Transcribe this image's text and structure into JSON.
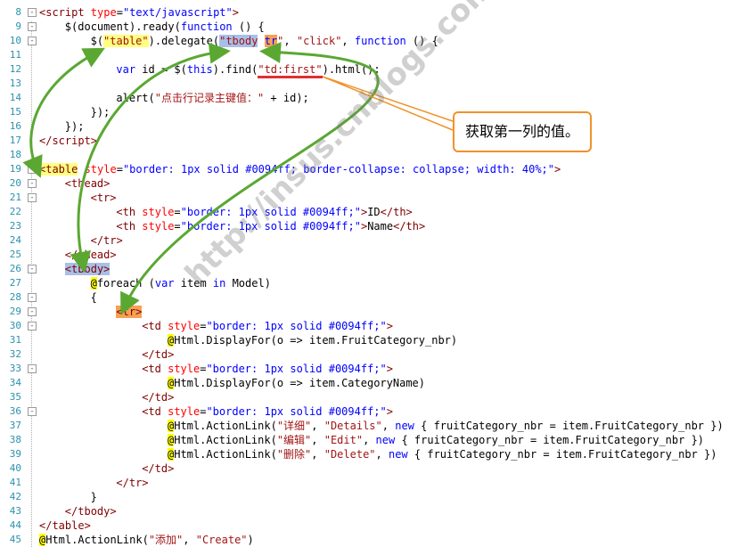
{
  "editor": {
    "lines": [
      {
        "n": "8",
        "fold": "-",
        "indent": 0,
        "segs": [
          [
            "tg",
            "<script "
          ],
          [
            "at",
            "type"
          ],
          [
            "",
            "="
          ],
          [
            "kw",
            "\"text/javascript\""
          ],
          [
            "tg",
            ">"
          ]
        ]
      },
      {
        "n": "9",
        "fold": "-",
        "indent": 4,
        "segs": [
          [
            "",
            "$(document).ready("
          ],
          [
            "kw",
            "function"
          ],
          [
            "",
            " () {"
          ]
        ]
      },
      {
        "n": "10",
        "fold": "-",
        "indent": 8,
        "segs": [
          [
            "",
            "$("
          ],
          [
            "hlY",
            "\"table\""
          ],
          [
            "",
            ").delegate("
          ],
          [
            "hlB",
            "\"tbody"
          ],
          [
            "",
            " "
          ],
          [
            "hlO",
            "tr"
          ],
          [
            "st",
            "\""
          ],
          [
            "",
            ", "
          ],
          [
            "st",
            "\"click\""
          ],
          [
            "",
            ", "
          ],
          [
            "kw",
            "function"
          ],
          [
            "",
            " () {"
          ]
        ]
      },
      {
        "n": "11",
        "fold": "",
        "indent": 0,
        "segs": []
      },
      {
        "n": "12",
        "fold": "",
        "indent": 12,
        "segs": [
          [
            "kw",
            "var"
          ],
          [
            "",
            " id = $("
          ],
          [
            "kw",
            "this"
          ],
          [
            "",
            ").find("
          ],
          [
            "hlU",
            "\"td:first\""
          ],
          [
            "",
            ").html();"
          ]
        ]
      },
      {
        "n": "13",
        "fold": "",
        "indent": 0,
        "segs": []
      },
      {
        "n": "14",
        "fold": "",
        "indent": 12,
        "segs": [
          [
            "",
            "alert("
          ],
          [
            "st",
            "\"点击行记录主键值：\""
          ],
          [
            "",
            " + id);"
          ]
        ]
      },
      {
        "n": "15",
        "fold": "",
        "indent": 8,
        "segs": [
          [
            "",
            "});"
          ]
        ]
      },
      {
        "n": "16",
        "fold": "",
        "indent": 4,
        "segs": [
          [
            "",
            "});"
          ]
        ]
      },
      {
        "n": "17",
        "fold": "",
        "indent": 0,
        "segs": [
          [
            "tg",
            "</"
          ],
          [
            "tg",
            "script>"
          ]
        ]
      },
      {
        "n": "18",
        "fold": "",
        "indent": 0,
        "segs": []
      },
      {
        "n": "19",
        "fold": "-",
        "indent": 0,
        "segs": [
          [
            "hlYt",
            "<table"
          ],
          [
            "",
            ""
          ],
          [
            "at",
            " style"
          ],
          [
            "",
            "="
          ],
          [
            "kw",
            "\"border: 1px solid #0094ff; border-collapse: collapse; width: 40%;\""
          ],
          [
            "tg",
            ">"
          ]
        ]
      },
      {
        "n": "20",
        "fold": "-",
        "indent": 4,
        "segs": [
          [
            "tg",
            "<thead>"
          ]
        ]
      },
      {
        "n": "21",
        "fold": "-",
        "indent": 8,
        "segs": [
          [
            "tg",
            "<tr>"
          ]
        ]
      },
      {
        "n": "22",
        "fold": "",
        "indent": 12,
        "segs": [
          [
            "tg",
            "<th "
          ],
          [
            "at",
            "style"
          ],
          [
            "",
            "="
          ],
          [
            "kw",
            "\"border: 1px solid #0094ff;\""
          ],
          [
            "tg",
            ">"
          ],
          [
            "",
            "ID"
          ],
          [
            "tg",
            "</th>"
          ]
        ]
      },
      {
        "n": "23",
        "fold": "",
        "indent": 12,
        "segs": [
          [
            "tg",
            "<th "
          ],
          [
            "at",
            "style"
          ],
          [
            "",
            "="
          ],
          [
            "kw",
            "\"border: 1px solid #0094ff;\""
          ],
          [
            "tg",
            ">"
          ],
          [
            "",
            "Name"
          ],
          [
            "tg",
            "</th>"
          ]
        ]
      },
      {
        "n": "24",
        "fold": "",
        "indent": 8,
        "segs": [
          [
            "tg",
            "</tr>"
          ]
        ]
      },
      {
        "n": "25",
        "fold": "",
        "indent": 4,
        "segs": [
          [
            "tg",
            "</thead>"
          ]
        ]
      },
      {
        "n": "26",
        "fold": "-",
        "indent": 4,
        "segs": [
          [
            "hlBt",
            "<tbody>"
          ]
        ]
      },
      {
        "n": "27",
        "fold": "",
        "indent": 8,
        "segs": [
          [
            "rz",
            "@"
          ],
          [
            "",
            "foreach ("
          ],
          [
            "kw",
            "var"
          ],
          [
            "",
            " item "
          ],
          [
            "kw",
            "in"
          ],
          [
            "",
            " Model)"
          ]
        ]
      },
      {
        "n": "28",
        "fold": "-",
        "indent": 8,
        "segs": [
          [
            "",
            "{"
          ]
        ]
      },
      {
        "n": "29",
        "fold": "-",
        "indent": 12,
        "segs": [
          [
            "hlOt",
            "<tr>"
          ]
        ]
      },
      {
        "n": "30",
        "fold": "-",
        "indent": 16,
        "segs": [
          [
            "tg",
            "<td "
          ],
          [
            "at",
            "style"
          ],
          [
            "",
            "="
          ],
          [
            "kw",
            "\"border: 1px solid #0094ff;\""
          ],
          [
            "tg",
            ">"
          ]
        ]
      },
      {
        "n": "31",
        "fold": "",
        "indent": 20,
        "segs": [
          [
            "rz",
            "@"
          ],
          [
            "",
            "Html.DisplayFor(o => item.FruitCategory_nbr)"
          ]
        ]
      },
      {
        "n": "32",
        "fold": "",
        "indent": 16,
        "segs": [
          [
            "tg",
            "</td>"
          ]
        ]
      },
      {
        "n": "33",
        "fold": "-",
        "indent": 16,
        "segs": [
          [
            "tg",
            "<td "
          ],
          [
            "at",
            "style"
          ],
          [
            "",
            "="
          ],
          [
            "kw",
            "\"border: 1px solid #0094ff;\""
          ],
          [
            "tg",
            ">"
          ]
        ]
      },
      {
        "n": "34",
        "fold": "",
        "indent": 20,
        "segs": [
          [
            "rz",
            "@"
          ],
          [
            "",
            "Html.DisplayFor(o => item.CategoryName)"
          ]
        ]
      },
      {
        "n": "35",
        "fold": "",
        "indent": 16,
        "segs": [
          [
            "tg",
            "</td>"
          ]
        ]
      },
      {
        "n": "36",
        "fold": "-",
        "indent": 16,
        "segs": [
          [
            "tg",
            "<td "
          ],
          [
            "at",
            "style"
          ],
          [
            "",
            "="
          ],
          [
            "kw",
            "\"border: 1px solid #0094ff;\""
          ],
          [
            "tg",
            ">"
          ]
        ]
      },
      {
        "n": "37",
        "fold": "",
        "indent": 20,
        "segs": [
          [
            "rz",
            "@"
          ],
          [
            "",
            "Html.ActionLink("
          ],
          [
            "st",
            "\"详细\""
          ],
          [
            "",
            ", "
          ],
          [
            "st",
            "\"Details\""
          ],
          [
            "",
            ", "
          ],
          [
            "kw",
            "new"
          ],
          [
            "",
            " { fruitCategory_nbr = item.FruitCategory_nbr })"
          ]
        ]
      },
      {
        "n": "38",
        "fold": "",
        "indent": 20,
        "segs": [
          [
            "rz",
            "@"
          ],
          [
            "",
            "Html.ActionLink("
          ],
          [
            "st",
            "\"编辑\""
          ],
          [
            "",
            ", "
          ],
          [
            "st",
            "\"Edit\""
          ],
          [
            "",
            ", "
          ],
          [
            "kw",
            "new"
          ],
          [
            "",
            " { fruitCategory_nbr = item.FruitCategory_nbr })"
          ]
        ]
      },
      {
        "n": "39",
        "fold": "",
        "indent": 20,
        "segs": [
          [
            "rz",
            "@"
          ],
          [
            "",
            "Html.ActionLink("
          ],
          [
            "st",
            "\"删除\""
          ],
          [
            "",
            ", "
          ],
          [
            "st",
            "\"Delete\""
          ],
          [
            "",
            ", "
          ],
          [
            "kw",
            "new"
          ],
          [
            "",
            " { fruitCategory_nbr = item.FruitCategory_nbr })"
          ]
        ]
      },
      {
        "n": "40",
        "fold": "",
        "indent": 16,
        "segs": [
          [
            "tg",
            "</td>"
          ]
        ]
      },
      {
        "n": "41",
        "fold": "",
        "indent": 12,
        "segs": [
          [
            "tg",
            "</tr>"
          ]
        ]
      },
      {
        "n": "42",
        "fold": "",
        "indent": 8,
        "segs": [
          [
            "",
            "}"
          ]
        ]
      },
      {
        "n": "43",
        "fold": "",
        "indent": 4,
        "segs": [
          [
            "tg",
            "</tbody>"
          ]
        ]
      },
      {
        "n": "44",
        "fold": "",
        "indent": 0,
        "segs": [
          [
            "tg",
            "</table>"
          ]
        ]
      },
      {
        "n": "45",
        "fold": "",
        "indent": 0,
        "segs": [
          [
            "rz",
            "@"
          ],
          [
            "",
            "Html.ActionLink("
          ],
          [
            "st",
            "\"添加\""
          ],
          [
            "",
            ", "
          ],
          [
            "st",
            "\"Create\""
          ],
          [
            "",
            ")"
          ]
        ]
      }
    ]
  },
  "callout": {
    "text": "获取第一列的值。"
  },
  "watermark": {
    "text": "http://insus.cnblogs.com"
  },
  "colors": {
    "keyword": "#0000ff",
    "string": "#a31515",
    "tag": "#800000",
    "attribute": "#ff0000",
    "line_number": "#2b91af",
    "highlight_yellow": "#ffff80",
    "highlight_blue": "#a8c0e8",
    "highlight_orange": "#f5a054",
    "arrow_green": "#5aa832",
    "arrow_orange": "#f0922a",
    "underline_red": "#e03030"
  }
}
